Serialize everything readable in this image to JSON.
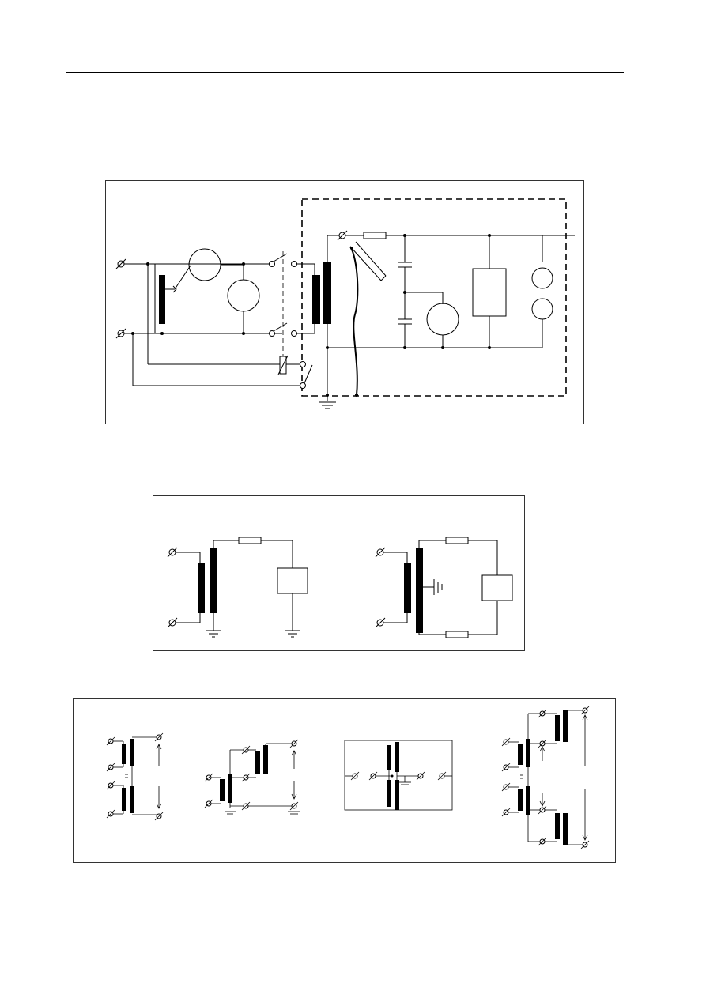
{
  "page": {
    "background": "#ffffff",
    "ink": "#000000"
  },
  "figures": [
    {
      "id": "test-circuit",
      "description_visible_text": ""
    },
    {
      "id": "grounded-and-floating-sources",
      "description_visible_text": ""
    },
    {
      "id": "cascade-arrangements",
      "description_visible_text": ""
    }
  ]
}
